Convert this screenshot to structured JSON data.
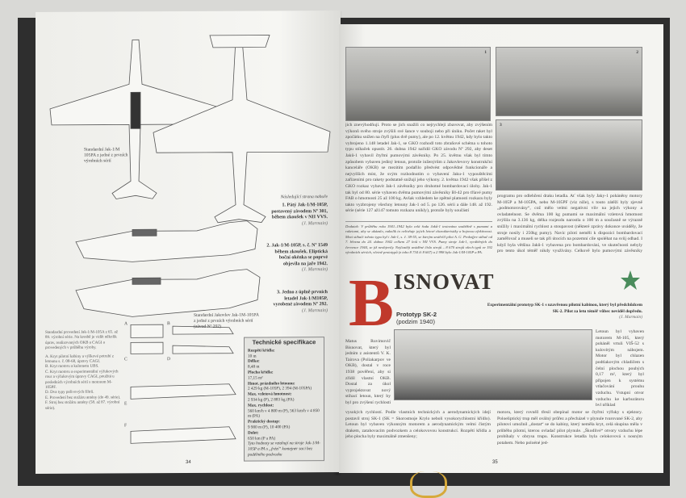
{
  "left_page": {
    "page_number": "34",
    "caption_top": "Standardní Jak-1/M 105PA z jedné z prvních výrobních sérií",
    "caption_list_intro": "Následující strana nahoře",
    "captions": [
      {
        "text": "1. Pátý Jak-1/M-105P, postavený závodem Nº 301, během zkoušek v NII VVS.",
        "credit": "(J. Marmain)"
      },
      {
        "text": "2. Jak-1/M-105P, s. č. Nº 1549 během zkoušek. Eliptická boční okénka se poprvé objevila na jaře 1942.",
        "credit": "(J. Marmain)"
      },
      {
        "text": "3. Jedno z úplně prvních letadel Jak-1/M105P, vyrobené závodem Nº 292.",
        "credit": "(J. Marmain)"
      }
    ],
    "caption_bottom": "Standardní Jakovlev Jak-1M-105PA z jedné z prvních výrobních sérií (závod Nº 292)",
    "variants_text": "Standardní provedení Jak-1/M-105A z 65. až 89. výrobní série. Na kresbě je vidět několik úprav, realizovaných OKB a CAGI a provedených v průběhu výroby.",
    "variants": [
      "A. Kryt pilotní kabiny a výškové potrubí z letounu s. č. 08-68, úpravy CAGI.",
      "B. Kryt motoru a kulometu UBS.",
      "C. Kryt motoru a experimentální výfukových rour a výfukovým úpravy CAGI, použitá u posledních výrobních sérií s motorem M-105PF.",
      "D. Dva typy palivových filtrů.",
      "E. Provedení bez stožáru antény (do 49. série).",
      "F. Stroj bez stožáru antény (58. až 87. výrobní série)."
    ],
    "detail_labels": [
      "A",
      "B",
      "C",
      "D",
      "E",
      "F"
    ],
    "spec": {
      "title": "Technické specifikace",
      "rows": [
        {
          "label": "Rozpětí křídla:",
          "value": "10 m"
        },
        {
          "label": "Délka:",
          "value": "8,48 m"
        },
        {
          "label": "Plocha křídla:",
          "value": "17,15 m²"
        },
        {
          "label": "Hmot. prázdného letounu:",
          "value": "2 429 kg (M-105P), 2 394 (M-105PA)"
        },
        {
          "label": "Max. vzletová hmotnost:",
          "value": "2 934 kg (P), 2 883 kg (PA)"
        },
        {
          "label": "Max. rychlost:",
          "value": "560 km/h v 4 800 m (P), 563 km/h v 4 850 m (PA)"
        },
        {
          "label": "Praktický dostup:",
          "value": "9 900 m (P), 10 400 (PA)"
        },
        {
          "label": "Dolet:",
          "value": "650 km (P a PA)"
        }
      ],
      "note": "Tyto hodnoty se vztahují na stroje Jak-1/M-105P a PA s „frézí“ kontejner saci bez podélného podvozku"
    }
  },
  "right_page": {
    "page_number": "35",
    "photo_numbers": [
      "1",
      "2",
      "3"
    ],
    "body_top": "jich znevýhodňují. Proto se jich snažili co nejrychleji zbavovat, aby zvýšením výkonů svého stroje zvýšili své šance v souboji nebo při úniku. Počet raket byl zpočátku snížen na čtyři (plus dvě pumy), ale po 12. květnu 1942, kdy bylo takto vybrojeno 1.148 letadel Jak-1, se GKO rozhodl toto zbraňové schéma u tohoto typu stíhaček opustit. 26. dubna 1942 nařídil GKO závodu Nº 292, aby deset Jaků-1 vybavil čtyřmi pumovými závěsníky. Po 25. květnu však byl tímto způsobem vybaven jediný letoun, protože inženýrům z Jakovlevovy konstrukční kanceláře (OKB) se mezitím podařilo předvést odpovědné funkcionáře a nejvyšších míst, že svým rozhodnutím o vybavení Jaku-1 vypouštěcími zařízeními pro rakety podstatně snižují jeho výkony. 2. května 1942 však přišel z GKO rozkaz vybavit Jak-1 závěsníky pro druhotné bombardovací úlohy. Jak-1 tak byl od 80. série vybaven dvěma pumovými závěsníky Bl-42 pro tříavé pumy FAB o hmotnosti 25 až 100 kg. Avšak vzhledem ke zpětné platnosti rozkazu byly takto vyzbrojeny všechny letouny Jak-1 od 5. po 126. sérii a dále 148. až 192. série (série 127 až147 tomuto rozkazu unikly), protože byly součástí",
    "footnote": "Dodatek: V průběhu roku 1941–1942 byla celá řada Jaků-1 testována souběžně s pumami a raketami, aby se ukázalo, nakolik to ovlivňuje jejich letové charakteristiky a bojovou efektivnost. Mezi stíhači tohoto typu byl i Jak-1, s. č. 38-55, se kterým sestřelil pilot A. G. Prokofjev stíhač od 7. března do 24. dubna 1942 celkem 27 letů v NII VVS. Pumy stroje Jak-1, vyráběných do července 1944, se již neobjevily. Nejčastěji uváděné číslo strojů – 8 670 strojů všech typů ve 192 výrobních sériích, včetně prototypů (z toho 8 734 či 8 667) a 2 998 bylo Jak-1/M-105P a PA.",
    "body_right": "programu pro odlehčení draku letadla. Ať však byly Jaky-1 poháněny motory M-105P a M-105PA, nebo M-105PF (viz níže), s touto zátěží byly zjevně „podmotorovány“, což mělo velmi negativní vliv na jejich výkony a ovladatelnost. Se dvěma 100 kg pumami se maximální vzletová hmotnost zvýšila na 3.136 kg, délka rozjezdu narostla o 100 m a současně se výrazně snížily i maximální rychlost a stoupavost (některé zprávy dokonce uváděly, že stroje nosily i 250kg pumy). Navíc piloti neměli k dispozici bombardovací zaměřovač a museli se tak při útocích na pozemní cíle spoléhat na svůj odhad. I když byla většina Jaků-1 vybavena pro bombardování, ve skutečnosti nebyly pro tento úkol téměř nikdy využívány. Celkově bylo pumovými závěsníky vybaveno 7.509 strojů.",
    "section": {
      "initial": "B",
      "title": "ISNOVAT",
      "subtitle": "Prototyp SK-2",
      "subtitle2": "(podzim 1940)",
      "photo_caption": "Experimentální prototyp SK-1 s uzavřenou pilotní kabinou, který byl předchůdcem SK-2. Pilot za letu téměř vůbec neviděl dopředu.",
      "photo_credit": "(J. Marmain)",
      "col1": "Matus Ruvimovič Bisnovat, který byl jedním z asistentů V. K. Tairova (Poliakarpov ve OKB), dostal v roce 1938 pověření, aby si zřídil vlastní OKB. Dostal za úkol vyprojektovat nový stíhací letoun, který by byl pro zvýšení rychlosti nové konstrukční schémata a nový typ křídel. Měl si vybudovat v náležitých letových podmínkách a při",
      "col_right": "Letoun byl vybaven motorem M-105, který poháněl vrtuli VIŠ-52 s kulovitým nábojem. Motor byl chlazen podtlakovým chladičem s čelní plochou pouhých 0,17 m², který byl připojen k systému vtlačování prouhu vzduchu. Vstupní otvor vzduchu ke karburátoru byl příklad",
      "body_bottom": "vysokých rychlostí. Podle vlastních technických a aerodynamických idejí postavil stroj SK-1 (SK = Skorostnoje Krylo neboli vysokorychlostní křídlo). Letoun byl vybaven výkonným motorem a aerodynamickým velmi čistým drakem, zatahovacím podvozkem a celokovovou konstrukcí. Rozpětí křídla a jeho plocha byly maximálně zmenšeny;",
      "body_bottom_right": "motoru, který rovněž třesil obepínal motor se čtyřmi výfuky s ejektory. Poloeliptický trup měl oválný průřez a přecházel v plynule tvarované SK-2, aby pilotovi umožnil „dostat“ se do kabiny, který neměla kryt, celá skupina měla v průběhu pilotní, kterou ovladač pilot plynule. „Škodlivé“ otvory vzduchu lépe probíhaly v obrysu trupu. Konstrukce letadla byla celokovová s nosným potahem. Nebo poloéné jed-"
    },
    "star_color": "#4a8c5c"
  }
}
